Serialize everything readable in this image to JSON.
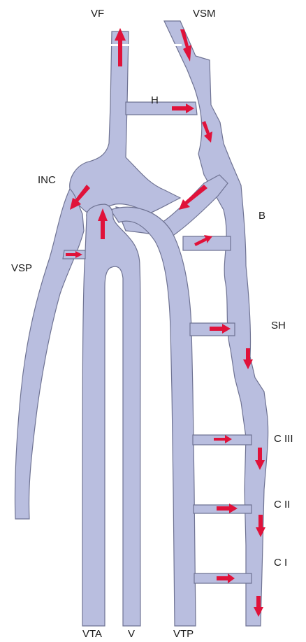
{
  "labels": {
    "vf": "VF",
    "vsm": "VSM",
    "h": "H",
    "inc": "INC",
    "b": "B",
    "vsp": "VSP",
    "sh": "SH",
    "c3": "C III",
    "c2": "C II",
    "c1": "C I",
    "vta": "VTA",
    "v": "V",
    "vtp": "VTP"
  },
  "colors": {
    "vein_fill": "#b9bedf",
    "vein_highlight": "#dfe1f3",
    "vein_outline": "#6f7393",
    "flow_arrow": "#e0123a",
    "label": "#1a1a1a"
  }
}
